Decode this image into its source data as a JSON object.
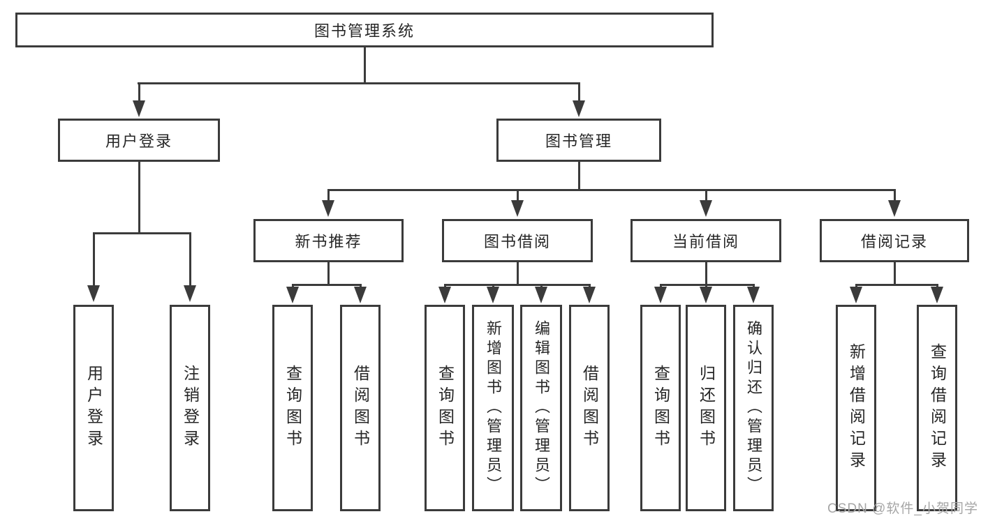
{
  "diagram": {
    "type": "hierarchy-tree",
    "nodes": {
      "root": {
        "label": "图书管理系统"
      },
      "user_login": {
        "label": "用户登录"
      },
      "book_management": {
        "label": "图书管理"
      },
      "new_book_rec": {
        "label": "新书推荐"
      },
      "book_borrow": {
        "label": "图书借阅"
      },
      "current_borrow": {
        "label": "当前借阅"
      },
      "borrow_records": {
        "label": "借阅记录"
      },
      "leaf_user_login": {
        "label": "用户登录"
      },
      "leaf_logout": {
        "label": "注销登录"
      },
      "leaf_nbr_query": {
        "label": "查询图书"
      },
      "leaf_nbr_borrow": {
        "label": "借阅图书"
      },
      "leaf_bb_query": {
        "label": "查询图书"
      },
      "leaf_bb_add": {
        "label": "新增图书（管理员）"
      },
      "leaf_bb_edit": {
        "label": "编辑图书（管理员）"
      },
      "leaf_bb_borrow": {
        "label": "借阅图书"
      },
      "leaf_cb_query": {
        "label": "查询图书"
      },
      "leaf_cb_return": {
        "label": "归还图书"
      },
      "leaf_cb_confirm": {
        "label": "确认归还（管理员）"
      },
      "leaf_br_add": {
        "label": "新增借阅记录"
      },
      "leaf_br_query": {
        "label": "查询借阅记录"
      }
    },
    "hierarchy": {
      "图书管理系统": {
        "用户登录": [
          "用户登录",
          "注销登录"
        ],
        "图书管理": {
          "新书推荐": [
            "查询图书",
            "借阅图书"
          ],
          "图书借阅": [
            "查询图书",
            "新增图书（管理员）",
            "编辑图书（管理员）",
            "借阅图书"
          ],
          "当前借阅": [
            "查询图书",
            "归还图书",
            "确认归还（管理员）"
          ],
          "借阅记录": [
            "新增借阅记录",
            "查询借阅记录"
          ]
        }
      }
    }
  },
  "watermark": "CSDN @软件_小贺同学",
  "colors": {
    "line": "#3b3b3b",
    "text": "#262626",
    "watermark": "#a6a6a6",
    "background": "#ffffff"
  }
}
